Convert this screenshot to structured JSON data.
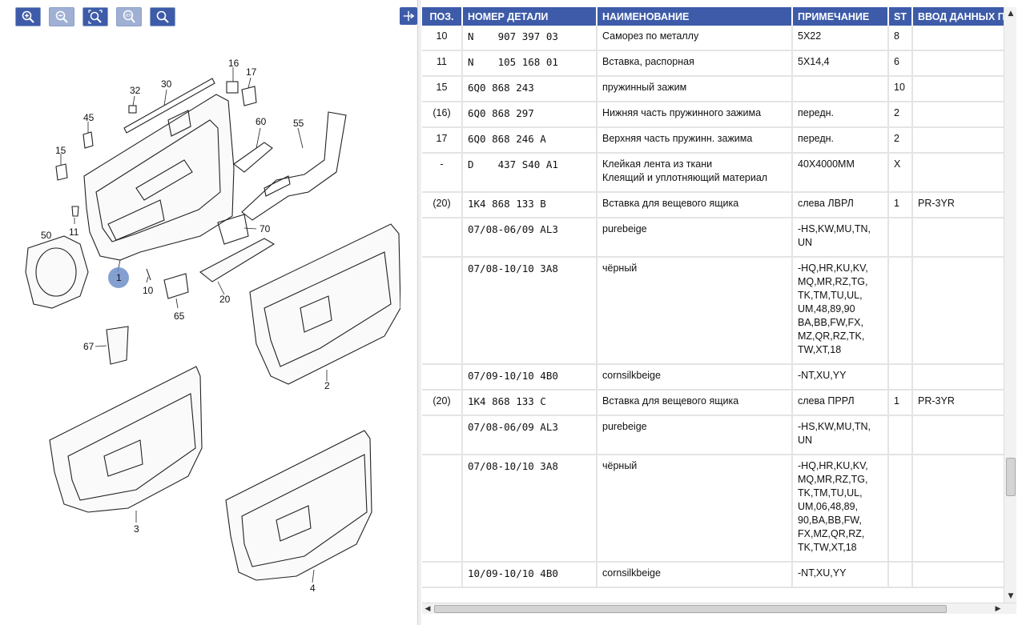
{
  "toolbar": {
    "buttons": [
      {
        "name": "zoom-in-icon",
        "state": "active"
      },
      {
        "name": "zoom-out-icon",
        "state": "disabled"
      },
      {
        "name": "zoom-fit-icon",
        "state": "active"
      },
      {
        "name": "zoom-100-icon",
        "state": "disabled",
        "label": "100%"
      },
      {
        "name": "search-icon",
        "state": "active"
      }
    ]
  },
  "colors": {
    "accent": "#3d5ba8",
    "accent_disabled": "#9fb0d4",
    "highlight": "#6f8fc9",
    "grid": "#e4e4e4"
  },
  "diagram": {
    "callouts": [
      "16",
      "17",
      "32",
      "30",
      "45",
      "60",
      "55",
      "15",
      "11",
      "50",
      "1",
      "10",
      "65",
      "70",
      "20",
      "67",
      "2",
      "3",
      "4"
    ]
  },
  "table": {
    "headers": [
      "ПОЗ.",
      "НОМЕР ДЕТАЛИ",
      "НАИМЕНОВАНИЕ",
      "ПРИМЕЧАНИЕ",
      "ST",
      "ВВОД ДАННЫХ ПО МОДЕЛЯМ"
    ],
    "rows": [
      {
        "pos": "10",
        "part": "N    907 397 03",
        "name": "Саморез по металлу",
        "note": "5X22",
        "st": "8",
        "model": ""
      },
      {
        "pos": "11",
        "part": "N    105 168 01",
        "name": "Вставка, распорная",
        "note": "5X14,4",
        "st": "6",
        "model": ""
      },
      {
        "pos": "15",
        "part": "6Q0 868 243",
        "name": "пружинный зажим",
        "note": "",
        "st": "10",
        "model": ""
      },
      {
        "pos": "(16)",
        "part": "6Q0 868 297",
        "name": "Нижняя часть пружинного зажима",
        "note": "передн.",
        "st": "2",
        "model": ""
      },
      {
        "pos": "17",
        "part": "6Q0 868 246 A",
        "name": "Верхняя часть пружинн. зажима",
        "note": "передн.",
        "st": "2",
        "model": ""
      },
      {
        "pos": "-",
        "part": "D    437 S40 A1",
        "name": "Клейкая лента из ткани\nКлеящий и уплотняющий материал",
        "note": "40X4000MM",
        "st": "X",
        "model": ""
      },
      {
        "pos": "(20)",
        "part": "1K4 868 133 B",
        "name": "Вставка для вещевого ящика",
        "note": "слева      ЛВРЛ",
        "st": "1",
        "model": "PR-3YR"
      },
      {
        "pos": "",
        "part": "07/08-06/09 AL3",
        "name": "purebeige",
        "note": "-HS,KW,MU,TN,\n UN",
        "st": "",
        "model": ""
      },
      {
        "pos": "",
        "part": "07/08-10/10 3A8",
        "name": "чёрный",
        "note": "-HQ,HR,KU,KV,\n MQ,MR,RZ,TG,\n TK,TM,TU,UL,\n UM,48,89,90\n BA,BB,FW,FX,\n MZ,QR,RZ,TK,\n TW,XT,18",
        "st": "",
        "model": ""
      },
      {
        "pos": "",
        "part": "07/09-10/10 4B0",
        "name": "cornsilkbeige",
        "note": "-NT,XU,YY",
        "st": "",
        "model": ""
      },
      {
        "pos": "(20)",
        "part": "1K4 868 133 C",
        "name": "Вставка для вещевого ящика",
        "note": "слева      ПРРЛ",
        "st": "1",
        "model": "PR-3YR"
      },
      {
        "pos": "",
        "part": "07/08-06/09 AL3",
        "name": "purebeige",
        "note": "-HS,KW,MU,TN,\n UN",
        "st": "",
        "model": ""
      },
      {
        "pos": "",
        "part": "07/08-10/10 3A8",
        "name": "чёрный",
        "note": "-HQ,HR,KU,KV,\n MQ,MR,RZ,TG,\n TK,TM,TU,UL,\n UM,06,48,89,\n 90,BA,BB,FW,\n FX,MZ,QR,RZ,\n TK,TW,XT,18",
        "st": "",
        "model": ""
      },
      {
        "pos": "",
        "part": "10/09-10/10 4B0",
        "name": "cornsilkbeige",
        "note": "-NT,XU,YY",
        "st": "",
        "model": ""
      }
    ]
  }
}
